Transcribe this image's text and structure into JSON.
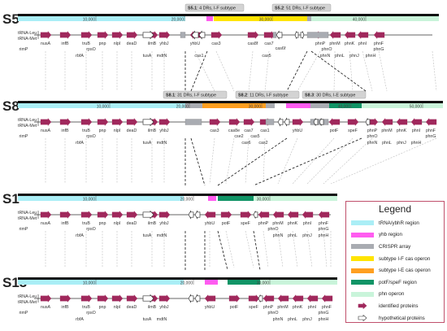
{
  "colors": {
    "tRNA": "#aaeef6",
    "yhb": "#ff5cf0",
    "crispr": "#a9acb2",
    "IF": "#ffe400",
    "IE": "#ff9f20",
    "pot": "#119466",
    "phn": "#c9f4da",
    "gene": "#a0285c"
  },
  "tracks": [
    {
      "id": "S5",
      "label": "S5",
      "ticks": [
        "10,000",
        "20,000",
        "30,000",
        "40,000"
      ],
      "boxes": [
        {
          "title": "S5.1",
          "text": ": 4 DRs, I-F subtype"
        },
        {
          "title": "S5.2",
          "text": ": 51 DRs, I-F subtype"
        }
      ],
      "left_labels": [
        "tRNA-Leu",
        "tRNA-Met"
      ],
      "top_genes": [
        "nusA",
        "infB",
        "truB",
        "pnp",
        "nlpI",
        "deaD",
        "ilmB",
        "yhbJ",
        "yhbU",
        "cas3",
        "cas8f",
        "cas7",
        "phnP",
        "phnM",
        "phnK",
        "phnI",
        "phnF"
      ],
      "mid_genes": [
        "rimP",
        "rpsO",
        "phnO",
        "phnG"
      ],
      "mid_extra": [
        "cas6f"
      ],
      "bottom_genes": [
        "rbfA",
        "tusA",
        "mdtN",
        "cas1",
        "cas5",
        "phnN",
        "phnL",
        "phnJ",
        "phnH"
      ]
    },
    {
      "id": "S8",
      "label": "S8",
      "ticks": [
        "10,000",
        "20,000",
        "30,000",
        "40,000",
        "50,000"
      ],
      "boxes": [
        {
          "title": "S8.1",
          "text": ": 31 DRs, I-F subtype"
        },
        {
          "title": "S8.2",
          "text": ": 11 DRs, I-F subtype"
        },
        {
          "title": "S8.3",
          "text": ": 30 DRs, I-E subtype"
        }
      ],
      "left_labels": [
        "tRNA-Leu",
        "tRNA-Met"
      ],
      "top_genes": [
        "nusA",
        "infB",
        "truB",
        "pnp",
        "nlpI",
        "deaD",
        "ilmB",
        "yhbJ",
        "cas3",
        "cas8e",
        "cas7",
        "cas1",
        "yhbU",
        "potF",
        "speF",
        "phnP",
        "phnM",
        "phnK",
        "phnI",
        "phnF"
      ],
      "mid_genes": [
        "rimP",
        "rpsO",
        "cse2",
        "cas5",
        "phnO",
        "phnG"
      ],
      "bottom_genes": [
        "rbfA",
        "tusA",
        "mdtN",
        "cas6",
        "cas2",
        "phnN",
        "phnL",
        "phnJ",
        "phnH"
      ]
    },
    {
      "id": "S1",
      "label": "S1",
      "ticks": [
        "10,000",
        "20,000",
        "30,000"
      ],
      "left_labels": [
        "tRNA-Leu",
        "tRNA-Met"
      ],
      "top_genes": [
        "nusA",
        "infB",
        "truB",
        "pnp",
        "nlpI",
        "deaD",
        "ilmB",
        "yhbJ",
        "yhbU",
        "potF",
        "speF",
        "phnP",
        "phnM",
        "phnK",
        "phnI",
        "phnF"
      ],
      "mid_genes": [
        "rimP",
        "rpsO",
        "phnO",
        "phnG"
      ],
      "bottom_genes": [
        "rbfA",
        "tusA",
        "mdtN",
        "phnN",
        "phnL",
        "phnJ",
        "phnH"
      ]
    },
    {
      "id": "S13",
      "label": "S13",
      "ticks": [
        "10,000",
        "20,000",
        "30,000"
      ],
      "left_labels": [
        "tRNA-Leu",
        "tRNA-Met"
      ],
      "top_genes": [
        "nusA",
        "infB",
        "truB",
        "pnp",
        "nlpI",
        "deaD",
        "ilmB",
        "yhbJ",
        "yhbU",
        "potF",
        "speF",
        "phnP",
        "phnM",
        "phnK",
        "phnI",
        "phnF"
      ],
      "mid_genes": [
        "rimP",
        "rpsO",
        "phnO",
        "phnG"
      ],
      "bottom_genes": [
        "rbfA",
        "tusA",
        "mdtN",
        "phnN",
        "phnL",
        "phnJ",
        "phnH"
      ]
    }
  ],
  "legend": {
    "title": "Legend",
    "items": [
      {
        "label": "tRNA/ybhR region",
        "color": "#aaeef6",
        "kind": "swatch"
      },
      {
        "label": "yhb region",
        "color": "#ff5cf0",
        "kind": "swatch"
      },
      {
        "label": "CRISPR array",
        "color": "#a9acb2",
        "kind": "swatch"
      },
      {
        "label": "subtype I-F cas operon",
        "color": "#ffe400",
        "kind": "swatch"
      },
      {
        "label": "subtype I-E cas operon",
        "color": "#ff9f20",
        "kind": "swatch"
      },
      {
        "label": "potF/speF region",
        "color": "#119466",
        "kind": "swatch"
      },
      {
        "label": "phn operon",
        "color": "#c9f4da",
        "kind": "swatch"
      },
      {
        "label": "identified proteins",
        "color": "#a0285c",
        "kind": "arrow"
      },
      {
        "label": "hypothetical proteins",
        "color": "#ffffff",
        "kind": "hollow"
      }
    ]
  }
}
